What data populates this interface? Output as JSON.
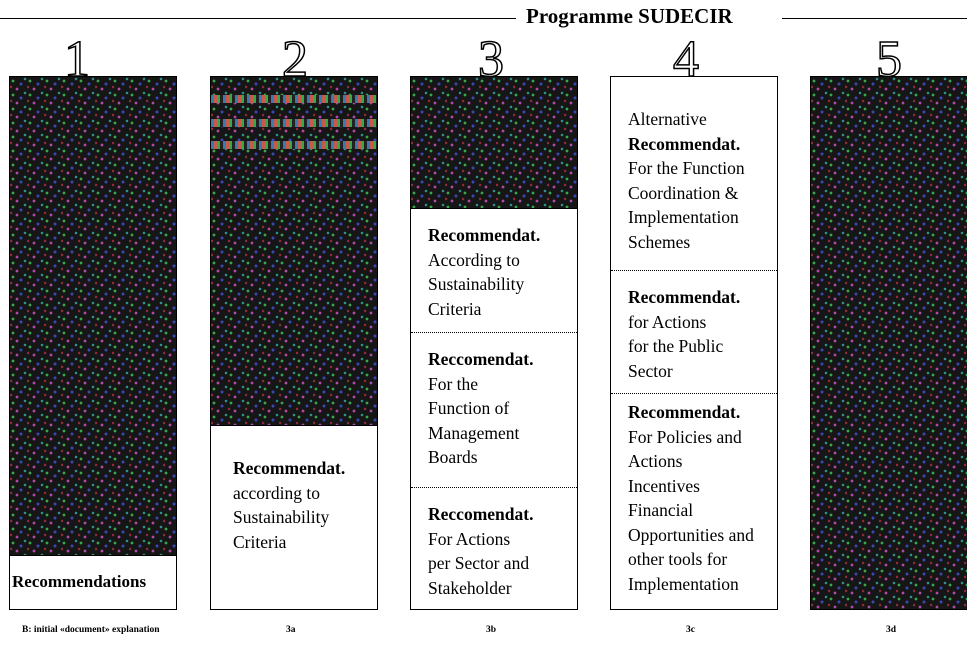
{
  "title": "Programme SUDECIR",
  "columns": [
    {
      "number": "1",
      "footer": "B: initial «document» explanation",
      "sections": [
        {
          "bold": "Recommendations",
          "lines": []
        }
      ]
    },
    {
      "number": "2",
      "footer": "3a",
      "sections": [
        {
          "bold": "Recommendat.",
          "lines": [
            "according to",
            "Sustainability",
            "Criteria"
          ]
        }
      ]
    },
    {
      "number": "3",
      "footer": "3b",
      "sections": [
        {
          "bold": "Recommendat.",
          "lines": [
            "According to",
            "Sustainability",
            "Criteria"
          ]
        },
        {
          "bold": "Reccomendat.",
          "lines": [
            "For the",
            "Function of",
            "Management",
            "Boards"
          ]
        },
        {
          "bold": "Reccomendat.",
          "lines": [
            "For Actions",
            "per Sector and",
            "Stakeholder"
          ]
        }
      ]
    },
    {
      "number": "4",
      "footer": "3c",
      "sections": [
        {
          "pre": "Alternative",
          "bold": "Recommendat.",
          "lines": [
            "For the Function",
            "Coordination &",
            "Implementation",
            "Schemes"
          ]
        },
        {
          "bold": "Recommendat.",
          "lines": [
            "for Actions",
            "for the Public",
            "Sector"
          ]
        },
        {
          "bold": "Recommendat.",
          "lines": [
            "For Policies and",
            "Actions",
            "Incentives",
            "Financial",
            "Opportunities and",
            "other tools for",
            "Implementation"
          ]
        }
      ]
    },
    {
      "number": "5",
      "footer": "3d",
      "sections": []
    }
  ]
}
